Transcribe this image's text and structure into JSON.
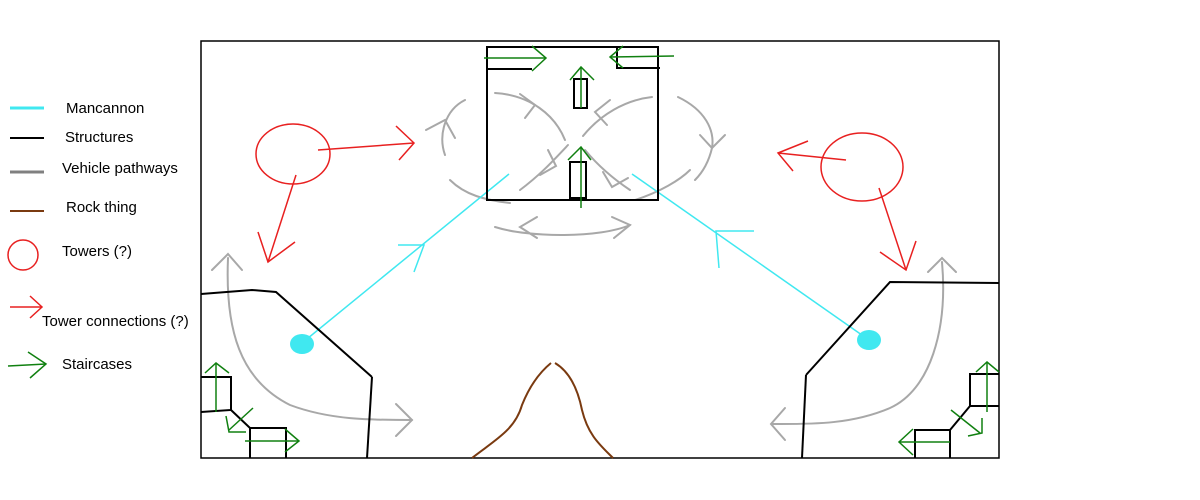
{
  "legend": {
    "items": [
      {
        "label": "Mancannon",
        "color": "#40e8f0",
        "symbol": "line"
      },
      {
        "label": "Structures",
        "color": "#000000",
        "symbol": "line"
      },
      {
        "label": "Vehicle pathways",
        "color": "#808080",
        "symbol": "line"
      },
      {
        "label": "Rock thing",
        "color": "#7a3a10",
        "symbol": "line"
      },
      {
        "label": "Towers (?)",
        "color": "#e82020",
        "symbol": "circle"
      },
      {
        "label": "Tower connections (?)",
        "color": "#e82020",
        "symbol": "arrow"
      },
      {
        "label": "Staircases",
        "color": "#108010",
        "symbol": "arrow"
      }
    ]
  },
  "colors": {
    "mancannon": "#40e8f0",
    "structure": "#000000",
    "pathway": "#a8a8a8",
    "rock": "#7a3a10",
    "tower": "#e82020",
    "staircase": "#108010"
  }
}
